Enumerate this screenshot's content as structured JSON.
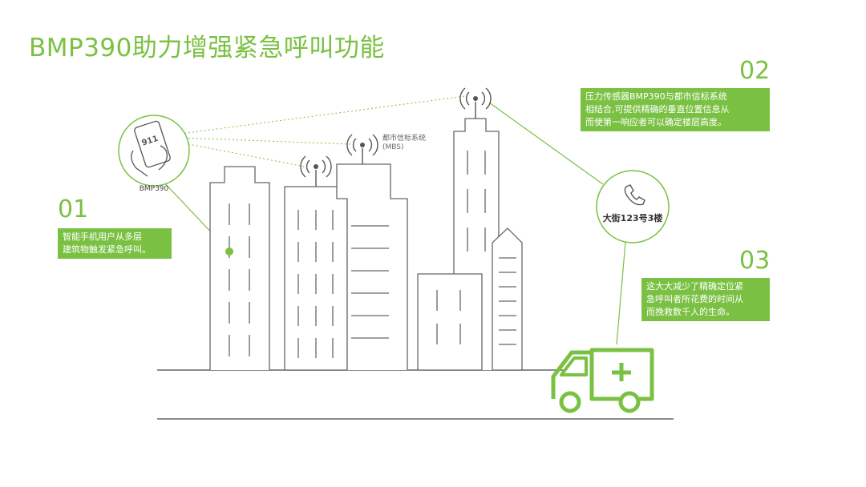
{
  "title": "BMP390助力增强紧急呼叫功能",
  "steps": [
    {
      "number": "01",
      "lines": [
        "智能手机用户从多层",
        "建筑物触发紧急呼叫。"
      ]
    },
    {
      "number": "02",
      "lines": [
        "压力传感器BMP390与都市信标系统",
        "相结合,可提供精确的垂直位置信息从",
        "而使第一响应者可以确定楼层高度。"
      ]
    },
    {
      "number": "03",
      "lines": [
        "这大大减少了精确定位紧",
        "急呼叫者所花费的时间从",
        "而挽救数千人的生命。"
      ]
    }
  ],
  "phone": {
    "screen_text": "911",
    "caption": "BMP390"
  },
  "beacon": {
    "label_line1": "都市信标系统",
    "label_line2": "(MBS)"
  },
  "dispatch": {
    "address": "大街123号3楼"
  },
  "colors": {
    "accent": "#7ac143",
    "line": "#555555"
  },
  "icons": [
    "phone-hand-icon",
    "antenna-icon",
    "phone-icon",
    "ambulance-icon"
  ]
}
